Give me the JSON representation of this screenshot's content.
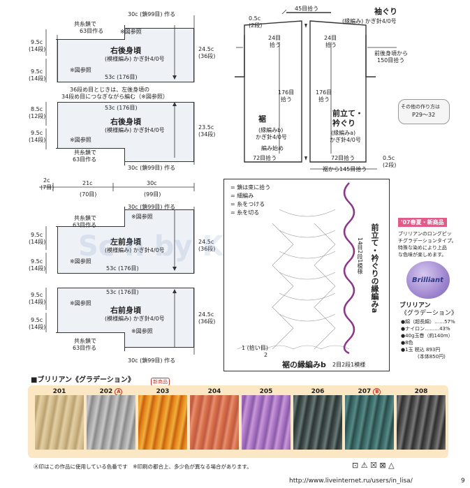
{
  "pieces": {
    "right_back": {
      "name": "右後身頃",
      "sub": "(模様編み) かぎ針4/0号",
      "top_label": "30c (鎖99目) 作る",
      "bottom_label": "53c (176目)",
      "right_label": [
        "24.5c",
        "(36段)"
      ],
      "left_labels": [
        [
          "9.5c",
          "(14段)"
        ],
        [
          "9.5c",
          "(14段)"
        ]
      ],
      "chain_label": [
        "共糸鎖で",
        "63目作る"
      ],
      "note_top": "※図参照",
      "note_bottom": "※図参照"
    },
    "join_note": [
      "36段め目とじきは、左後身頃の",
      "34段め目につなぎながら編む（※図参照）"
    ],
    "right_back2": {
      "name": "右後身頃",
      "sub": "(模様編み) かぎ針4/0号",
      "top_label": "53c (176目)",
      "bottom_label": "30c (鎖99目) 作る",
      "right_label": [
        "23.5c",
        "(34段)"
      ],
      "left_labels": [
        [
          "8.5c",
          "(12段)"
        ],
        [
          "9.5c",
          "(14段)"
        ]
      ],
      "chain_label": [
        "共糸鎖で",
        "63目作る"
      ],
      "note": "※図参照"
    },
    "widths": {
      "a": [
        "2c",
        "(7目)"
      ],
      "b": [
        "21c",
        "(70目)"
      ],
      "c": [
        "30c",
        "(99目)"
      ]
    },
    "left_front": {
      "name": "左前身頃",
      "sub": "(模様編み) かぎ針4/0号",
      "top_label": "30c (鎖99目) 作る",
      "bottom_label": "53c (176目)",
      "right_label": [
        "24.5c",
        "(36段)"
      ],
      "left_labels": [
        [
          "9.5c",
          "(14段)"
        ],
        [
          "9.5c",
          "(14段)"
        ]
      ],
      "chain_label": [
        "共糸鎖で",
        "63目作る"
      ],
      "note_top": "※図参照",
      "note_bottom": "※図参照"
    },
    "right_front": {
      "name": "右前身頃",
      "sub": "(模様編み) かぎ針4/0号",
      "top_label": "53c (176目)",
      "bottom_label": "30c (鎖99目) 作る",
      "right_label": [
        "24.5c",
        "(36段)"
      ],
      "left_labels": [
        [
          "9.5c",
          "(14段)"
        ],
        [
          "9.5c",
          "(14段)"
        ]
      ],
      "chain_label": [
        "共糸鎖で",
        "63目作る"
      ],
      "note_top": "※図参照",
      "note_bottom": "※図参照"
    }
  },
  "assembly": {
    "top": "45目拾う",
    "neck_small": [
      "0.5c",
      "(2段)"
    ],
    "armhole_title": "袖ぐり",
    "armhole_sub": "(縁編み) かぎ針4/0号",
    "pick24_left": [
      "24目",
      "拾う"
    ],
    "pick24_right": [
      "24目",
      "拾う"
    ],
    "front_pick": [
      "前後身頃から",
      "150目拾う"
    ],
    "pick176_left": [
      "176目",
      "拾う"
    ],
    "pick176_right": [
      "176目",
      "拾う"
    ],
    "hem_title": "裾",
    "hem_sub": [
      "(縁編みb)",
      "かぎ針4/0号"
    ],
    "front_title": [
      "前立て・",
      "衿ぐり"
    ],
    "front_sub": [
      "(縁編みa)",
      "かぎ針4/0号"
    ],
    "start": "編み始め",
    "pick72_left": "72目拾う",
    "pick72_right": "72目拾う",
    "small_right": [
      "0.5c",
      "(2段)"
    ],
    "bottom": "裾から145目拾う",
    "other_label": "その他の作り方は",
    "other_pages": "P29～32"
  },
  "legend": {
    "items": [
      "= 鎖は束に拾う",
      "= 細編み",
      "= 糸をつける",
      "= 糸を切る"
    ],
    "vertical_title": "前立て・衿ぐりの縁編みa",
    "vertical_sub": "14目2段1模様",
    "bottom_title": "裾の縁編みb",
    "bottom_sub": "2目2段1模様",
    "row1": "1 (拾い目)",
    "row2": "2"
  },
  "product": {
    "badge": "'07春夏・新商品",
    "desc": [
      "ブリリアンのロングピッ",
      "チグラデーションタイプ。",
      "特殊な染めにより上品",
      "な色味が楽しめます。"
    ],
    "ball_label": "Brilliant",
    "name": "ブリリアン",
    "subname": "《グラデーション》",
    "spec1": "●綿（超長綿）……57%",
    "spec2": "●ナイロン………43%",
    "spec3": "●40g玉巻（約140m）",
    "spec4": "●8色",
    "spec5": "●1玉 税込 893円",
    "spec6": "(本体850円)"
  },
  "palette": {
    "title": "■ブリリアン《グラデーション》",
    "new_tag": "新商品",
    "swatches": [
      {
        "num": "201",
        "mark": "",
        "colors": [
          "#d6bf8f",
          "#b9a070",
          "#e3cfa3"
        ]
      },
      {
        "num": "202",
        "mark": "A",
        "colors": [
          "#a8a8a8",
          "#c8c8c8",
          "#888888"
        ]
      },
      {
        "num": "203",
        "mark": "",
        "colors": [
          "#e58a1c",
          "#f0b040",
          "#c86010"
        ]
      },
      {
        "num": "204",
        "mark": "",
        "colors": [
          "#d8704a",
          "#c05a40",
          "#e89070"
        ]
      },
      {
        "num": "205",
        "mark": "",
        "colors": [
          "#b07ac8",
          "#8a5aa8",
          "#c898d8"
        ]
      },
      {
        "num": "206",
        "mark": "",
        "colors": [
          "#3e4a48",
          "#6a7a78",
          "#2a3432"
        ]
      },
      {
        "num": "207",
        "mark": "B",
        "colors": [
          "#3a6a68",
          "#5a8a88",
          "#284a48"
        ]
      },
      {
        "num": "208",
        "mark": "",
        "colors": [
          "#4a4a4a",
          "#7a7a7a",
          "#2e2e2e"
        ]
      }
    ],
    "footnote": "Ⓐ印はこの作品に使用している色番です　※印刷の都合上、多少色が異なる場合があります。"
  },
  "footer": {
    "url": "http://www.liveinternet.ru/users/in_lisa/",
    "page": "9"
  },
  "watermark": "Sc n by Kiss"
}
